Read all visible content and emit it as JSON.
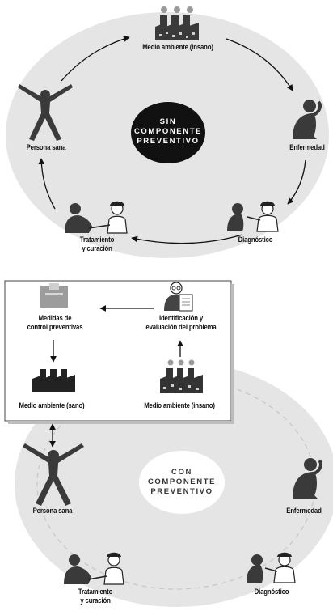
{
  "top_cycle": {
    "center": "SIN\nCOMPONENTE\nPREVENTIVO",
    "labels": {
      "medio_ambiente": "Medio ambiente (insano)",
      "enfermedad": "Enfermedad",
      "diagnostico": "Diagnóstico",
      "tratamiento": "Tratamiento\ny curación",
      "persona_sana": "Persona sana"
    }
  },
  "bottom_cycle": {
    "center": "CON\nCOMPONENTE\nPREVENTIVO",
    "labels": {
      "persona_sana": "Persona sana",
      "enfermedad": "Enfermedad",
      "diagnostico": "Diagnóstico",
      "tratamiento": "Tratamiento\ny curación"
    }
  },
  "prevention_box": {
    "medidas": "Medidas de\ncontrol preventivas",
    "identificacion": "Identificación y\nevaluación del problema",
    "medio_sano": "Medio ambiente (sano)",
    "medio_insano": "Medio ambiente (insano)"
  },
  "colors": {
    "disc": "#e6e6e6",
    "icon": "#3c3c3c",
    "center_dark": "#111111"
  }
}
